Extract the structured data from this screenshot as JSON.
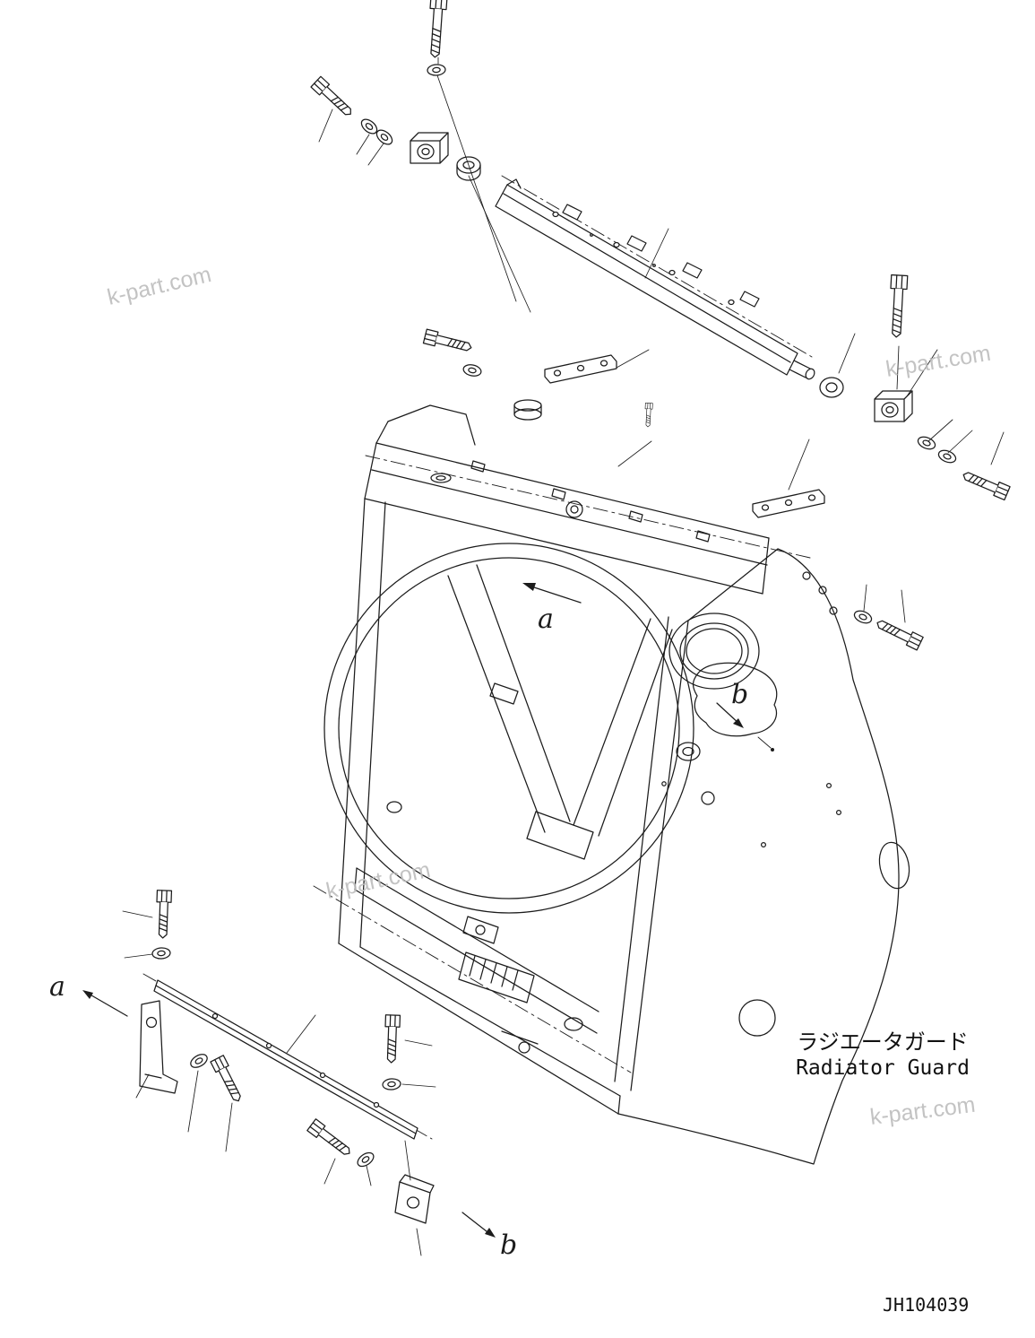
{
  "page": {
    "background": "#ffffff",
    "ink": "#1c1c1c",
    "watermark_color": "#bdbdbd"
  },
  "diagram": {
    "title_jp": "ラジエータガード",
    "title_en": "Radiator Guard",
    "drawing_number": "JH104039",
    "view_labels": {
      "a_top": "a",
      "b_top": "b",
      "a_bottom": "a",
      "b_bottom": "b"
    }
  },
  "watermarks": [
    {
      "text": "k-part.com"
    },
    {
      "text": "k-part.com"
    },
    {
      "text": "k-part.com"
    },
    {
      "text": "k-part.com"
    }
  ]
}
